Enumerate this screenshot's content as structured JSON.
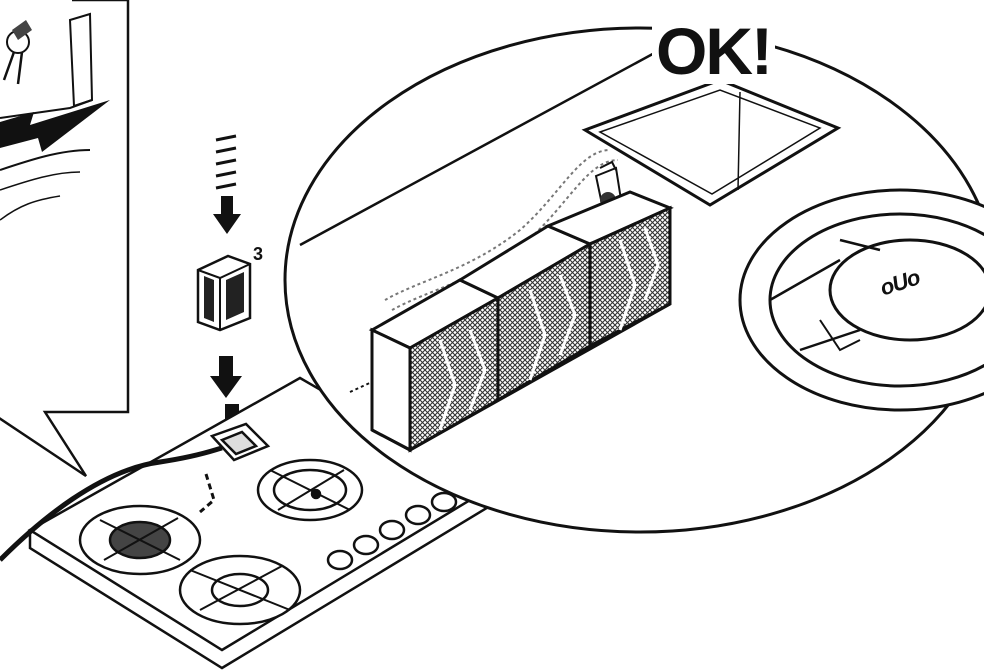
{
  "labels": {
    "step_number": "3",
    "confirmation": "OK!",
    "brand_mark": "oUo"
  },
  "colors": {
    "line": "#111111",
    "background": "#ffffff",
    "mesh": "#3a3a3a"
  },
  "icons": {
    "down_arrow": "down-arrow-icon",
    "dashed_motion": "motion-dashes-icon"
  }
}
